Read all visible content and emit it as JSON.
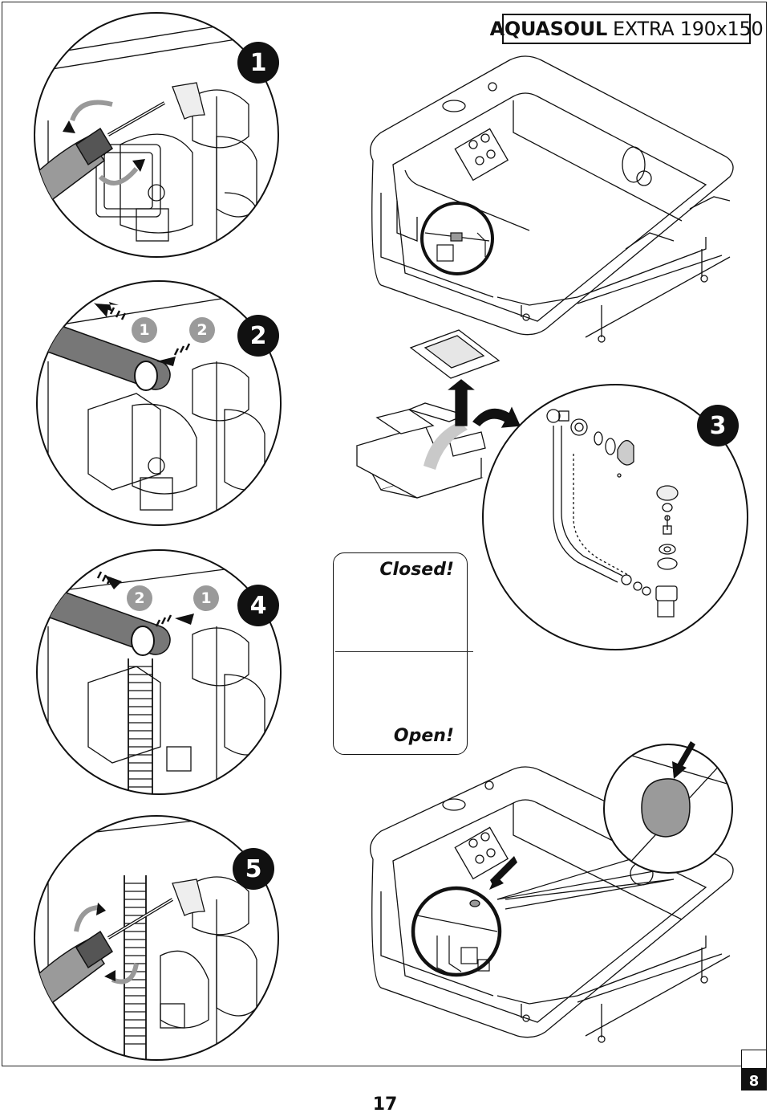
{
  "header": {
    "brand": "AQUASOUL",
    "model": "EXTRA 190x150"
  },
  "steps": {
    "s1": "1",
    "s2": "2",
    "s3": "3",
    "s4": "4",
    "s5": "5"
  },
  "substeps": {
    "step2_first": "1",
    "step2_second": "2",
    "step4_first": "2",
    "step4_second": "1"
  },
  "legend": {
    "closed": "Closed!",
    "open": "Open!"
  },
  "footer": {
    "page_number": "17",
    "tool_count": "8",
    "tool_icon": "screwdriver-icon"
  },
  "colors": {
    "line": "#111111",
    "grey_fill": "#9a9a9a",
    "light_grey": "#cfcfcf"
  }
}
